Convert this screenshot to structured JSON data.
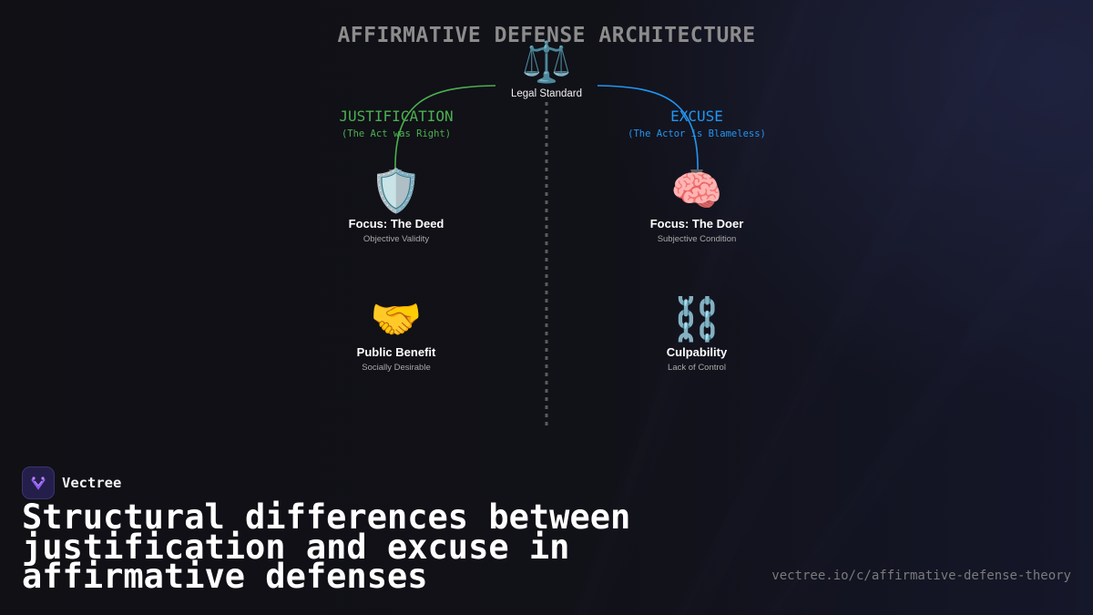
{
  "diagram": {
    "title": "AFFIRMATIVE DEFENSE ARCHITECTURE",
    "root": {
      "icon": "scales-of-justice-icon",
      "glyph": "⚖️",
      "label": "Legal Standard"
    },
    "left": {
      "title": "JUSTIFICATION",
      "subtitle": "(The Act was Right)",
      "color": "#4caf50",
      "nodes": [
        {
          "icon": "shield-icon",
          "glyph": "🛡️",
          "label": "Focus: The Deed",
          "sub": "Objective Validity"
        },
        {
          "icon": "handshake-icon",
          "glyph": "🤝",
          "label": "Public Benefit",
          "sub": "Socially Desirable"
        }
      ]
    },
    "right": {
      "title": "EXCUSE",
      "subtitle": "(The Actor is Blameless)",
      "color": "#2196f3",
      "nodes": [
        {
          "icon": "brain-icon",
          "glyph": "🧠",
          "label": "Focus: The Doer",
          "sub": "Subjective Condition"
        },
        {
          "icon": "chains-icon",
          "glyph": "⛓️",
          "label": "Culpability",
          "sub": "Lack of Control"
        }
      ]
    }
  },
  "brand": {
    "name": "Vectree",
    "logo_icon": "vectree-logo-icon",
    "accent": "#8b5cf6"
  },
  "headline": "Structural differences between justification and excuse in affirmative defenses",
  "url": "vectree.io/c/affirmative-defense-theory"
}
